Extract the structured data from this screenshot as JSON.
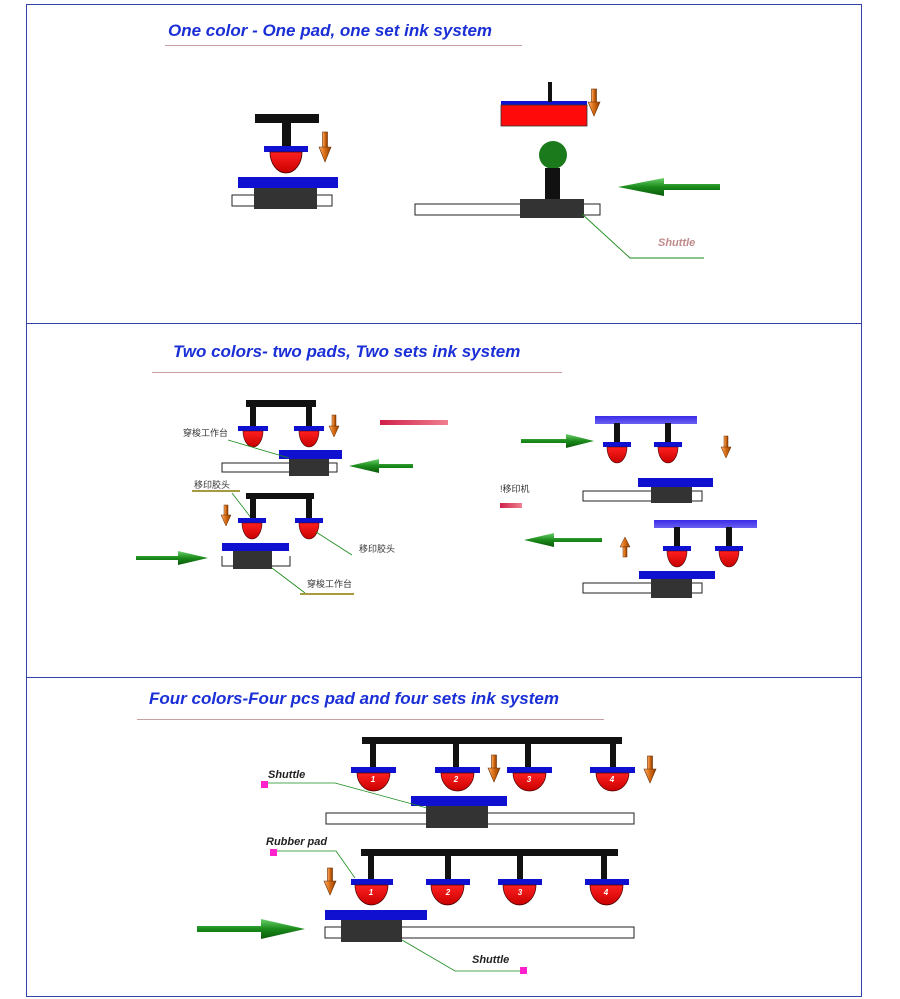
{
  "panels": [
    {
      "title": "One color - One pad, one set ink system"
    },
    {
      "title": "Two colors- two pads, Two sets ink system"
    },
    {
      "title": "Four colors-Four pcs pad and four sets ink system"
    }
  ],
  "labels": {
    "shuttle": "Shuttle",
    "shuttle_table_cn": "穿梭工作台",
    "pad_head_cn": "移印胶头",
    "pad_printer_cn": "!移印机",
    "rubber_pad": "Rubber pad"
  },
  "pad_numbers": [
    "1",
    "2",
    "3",
    "4"
  ],
  "colors": {
    "title": "#1a2fd6",
    "pad_red": "#e8000a",
    "plate_blue": "#1010d0",
    "shuttle_dark": "#333333",
    "arrow_green": "#1a8a1a",
    "arrow_orange": "#e07a20",
    "marker_magenta": "#ff22cc"
  }
}
